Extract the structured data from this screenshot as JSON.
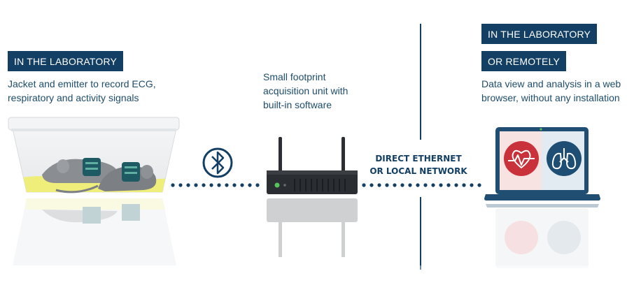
{
  "left": {
    "badge": "IN THE LABORATORY",
    "caption_lines": [
      "Jacket and emitter to record ECG,",
      "respiratory and activity signals"
    ]
  },
  "middle": {
    "caption_lines": [
      "Small footprint",
      "acquisition unit with",
      "built-in software"
    ],
    "link_label_lines": [
      "DIRECT ETHERNET",
      "OR LOCAL NETWORK"
    ]
  },
  "right": {
    "badge_1": "IN THE LABORATORY",
    "badge_2": "OR REMOTELY",
    "caption_lines": [
      "Data view and analysis in a web",
      "browser, without any installation"
    ]
  },
  "icons": {
    "wireless": "bluetooth-icon",
    "heart": "heart-ecg-icon",
    "lungs": "lungs-icon"
  },
  "colors": {
    "navy": "#123f63",
    "heart_red": "#c9323a",
    "lungs_blue": "#1e4e73",
    "bedding_yellow": "#f0ee7a"
  }
}
